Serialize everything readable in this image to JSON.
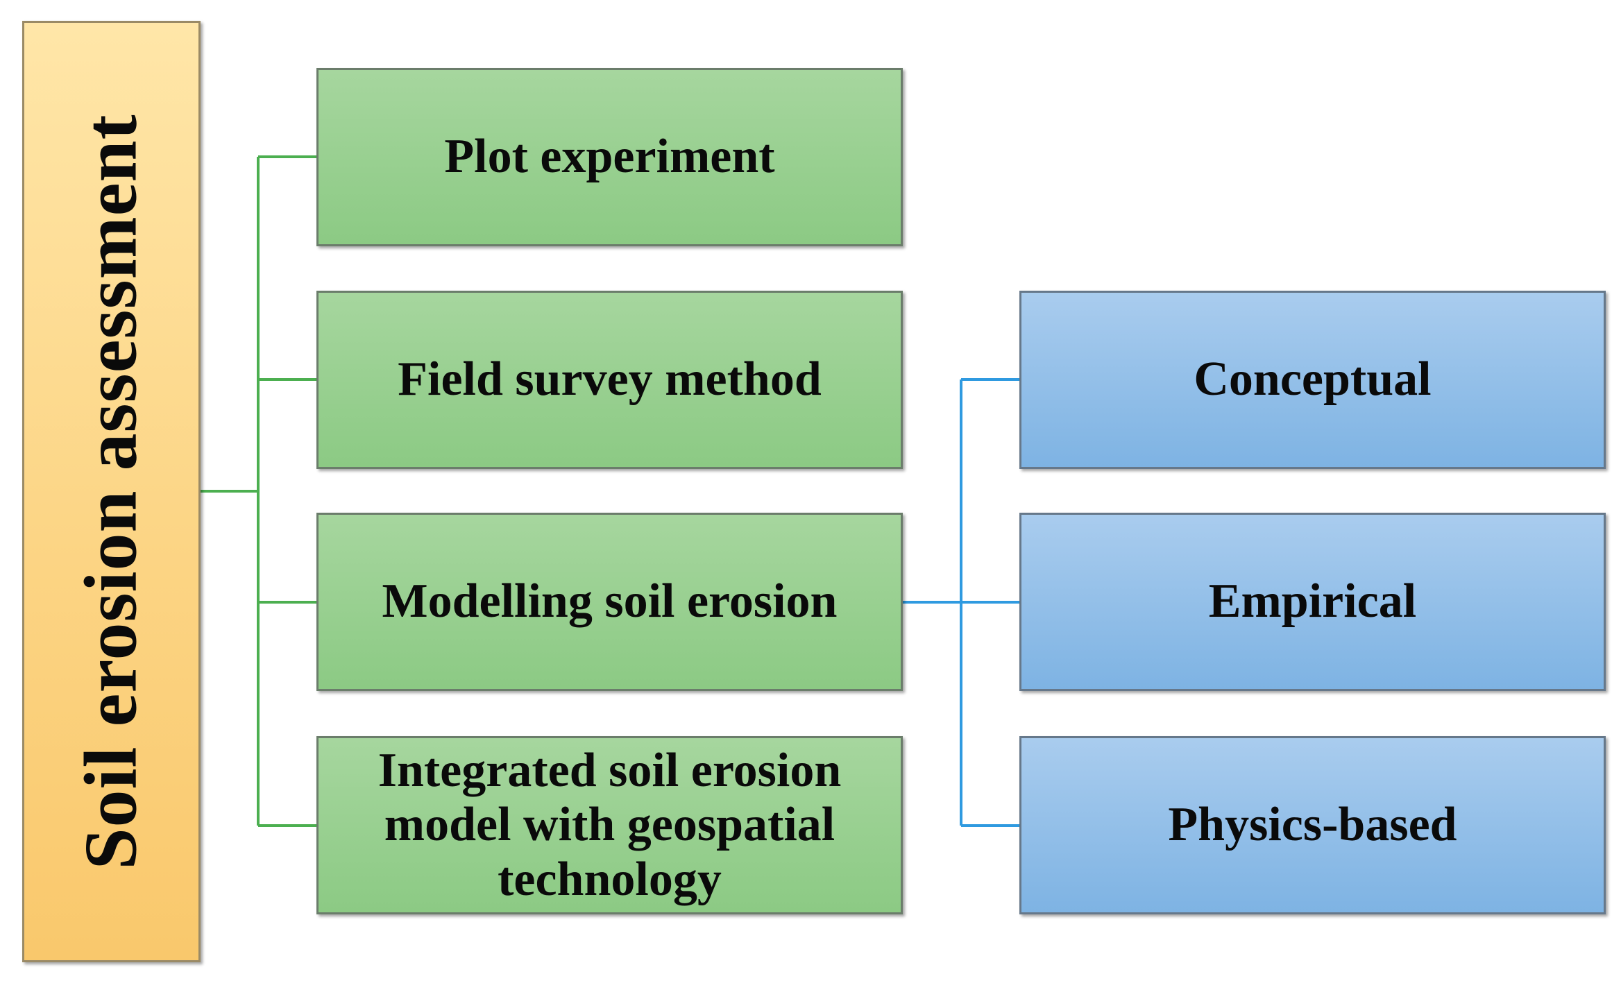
{
  "root": {
    "label": "Soil erosion assessment"
  },
  "methods": [
    {
      "label": "Plot experiment"
    },
    {
      "label": "Field survey method"
    },
    {
      "label": "Modelling soil erosion"
    },
    {
      "label": "Integrated soil erosion model with geospatial technology"
    }
  ],
  "model_types": [
    {
      "label": "Conceptual"
    },
    {
      "label": "Empirical"
    },
    {
      "label": "Physics-based"
    }
  ],
  "colors": {
    "root_fill": "#fcd585",
    "method_fill": "#99d091",
    "model_fill": "#94bfe8",
    "green_connector": "#4caf50",
    "blue_connector": "#2f9ae0"
  }
}
